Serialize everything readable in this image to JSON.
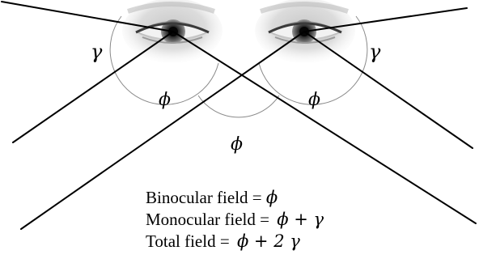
{
  "labels": {
    "gamma_left": "γ",
    "gamma_right": "γ",
    "phi_left": "ϕ",
    "phi_right": "ϕ",
    "phi_center": "ϕ"
  },
  "caption": {
    "line1_text": "Binocular field =",
    "line1_sym": "ϕ",
    "line2_text": "Monocular field =",
    "line2_sym": "ϕ + γ",
    "line3_text": "Total field =",
    "line3_sym": "ϕ + 2 γ"
  }
}
